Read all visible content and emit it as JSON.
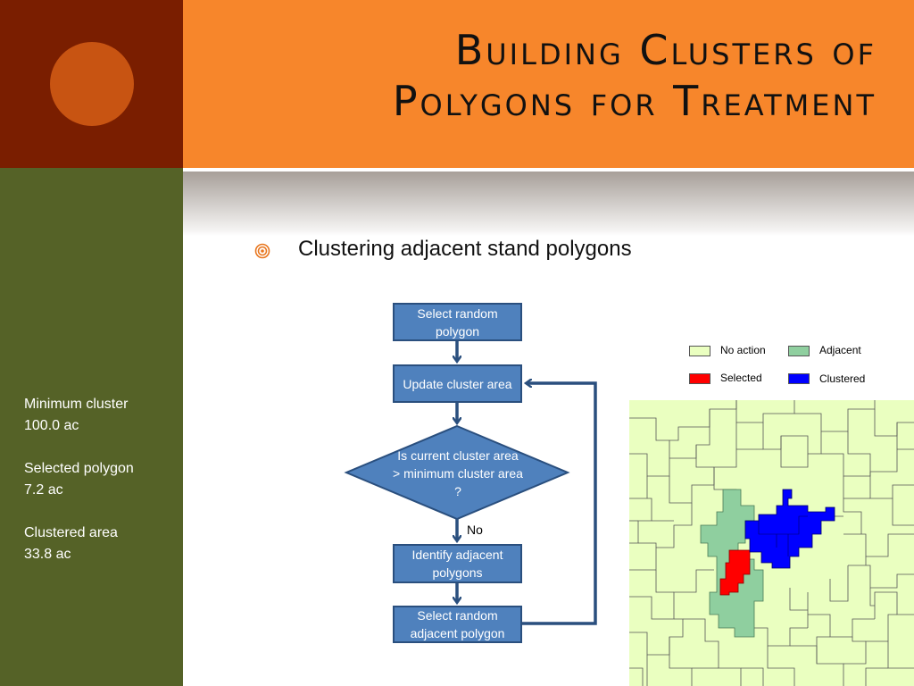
{
  "title": {
    "line1": "Building Clusters of",
    "line2": "Polygons for Treatment"
  },
  "sidebar": {
    "min_label": "Minimum cluster",
    "min_value": "100.0 ac",
    "sel_label": "Selected polygon",
    "sel_value": "7.2 ac",
    "clu_label": "Clustered area",
    "clu_value": "33.8 ac"
  },
  "bullet": {
    "text": "Clustering adjacent stand polygons",
    "icon": "circle-bullet-icon"
  },
  "flowchart": {
    "step1": "Select random polygon",
    "step2": "Update cluster area",
    "decision": "Is current cluster area > minimum cluster area ?",
    "no_label": "No",
    "step3": "Identify adjacent polygons",
    "step4": "Select random adjacent polygon"
  },
  "legend": {
    "no_action": "No action",
    "adjacent": "Adjacent",
    "selected": "Selected",
    "clustered": "Clustered"
  },
  "colors": {
    "title_band": "#f7862b",
    "corner": "#7a1e00",
    "sidebar": "#556227",
    "flow_fill": "#4f81bd",
    "flow_stroke": "#2a4f7e",
    "no_action": "#eaffc0",
    "adjacent": "#8fcf9f",
    "selected": "#ff0000",
    "clustered": "#0000ff"
  }
}
